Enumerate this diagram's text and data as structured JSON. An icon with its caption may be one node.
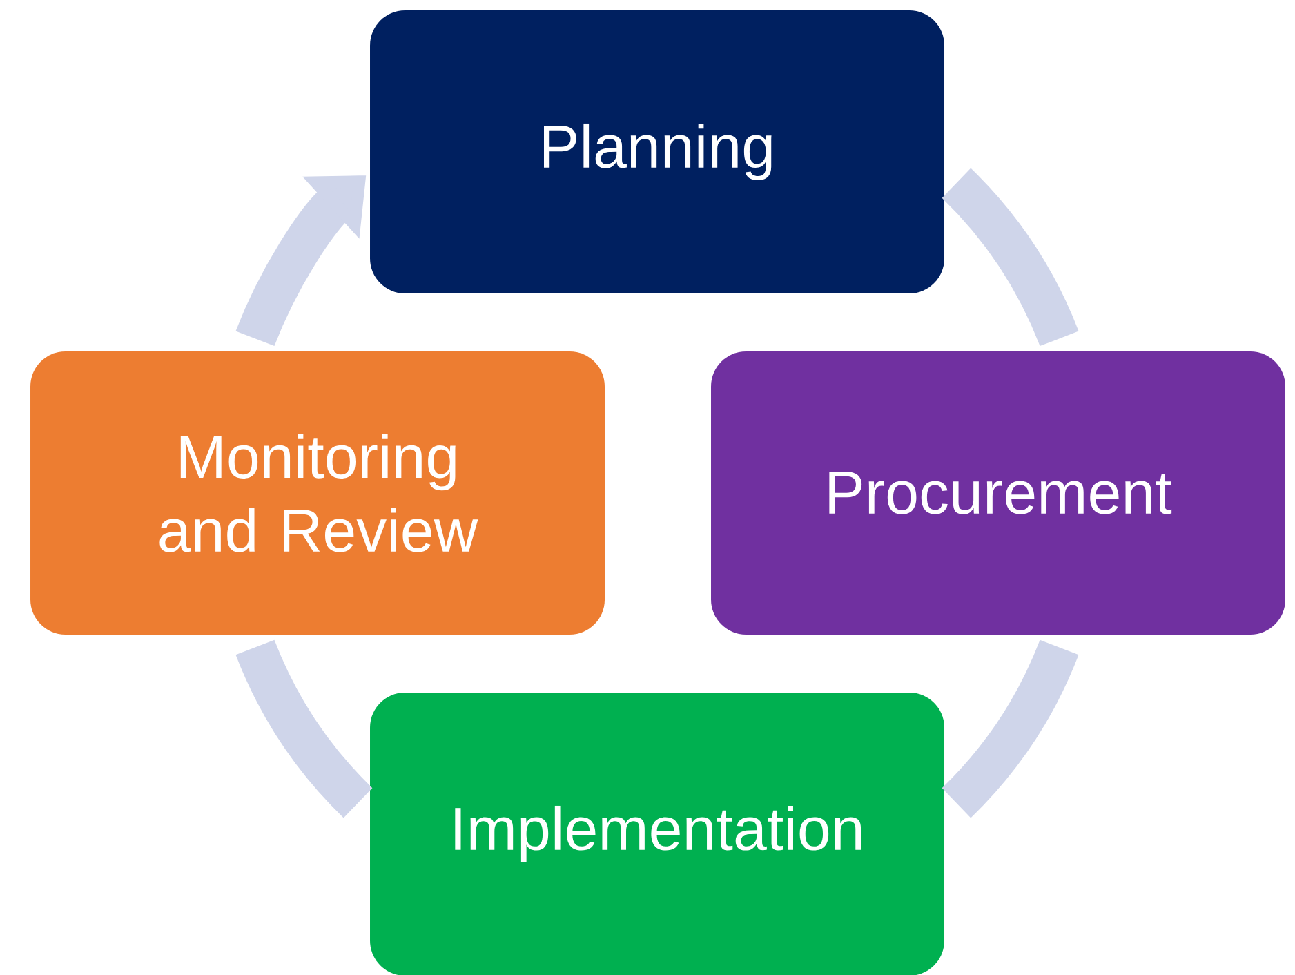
{
  "diagram": {
    "nodes": [
      {
        "text": [
          "Planning"
        ]
      },
      {
        "text": [
          "Procurement"
        ]
      },
      {
        "text": [
          "Implementation"
        ]
      },
      {
        "text": [
          "Monitoring and Review"
        ]
      }
    ],
    "edges": [
      {
        "from": 0,
        "to": 1,
        "arrow": "none"
      },
      {
        "from": 1,
        "to": 2,
        "arrow": "none"
      },
      {
        "from": 2,
        "to": 3,
        "arrow": "none"
      },
      {
        "from": 3,
        "to": 0,
        "arrow": "to"
      }
    ]
  }
}
